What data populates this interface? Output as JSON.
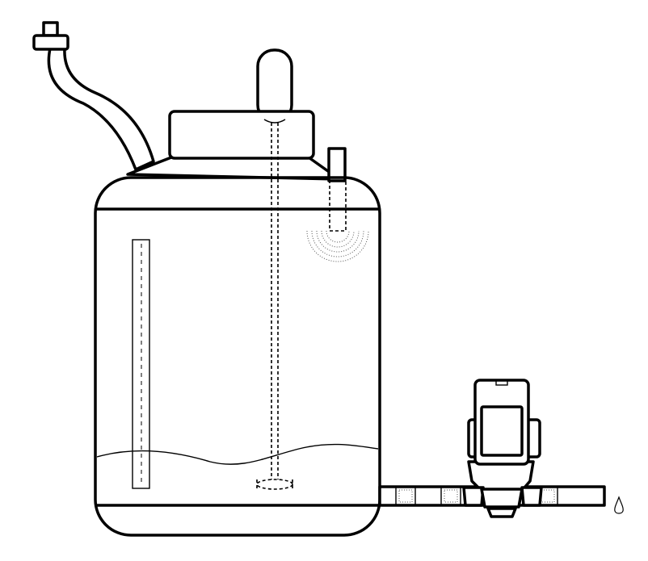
{
  "diagram": {
    "components": [
      "inlet-hose",
      "jug-lid",
      "jug-handle",
      "dip-tube",
      "strainer",
      "ultrasonic-sensor",
      "vent-tube",
      "water-jug",
      "level-window",
      "liquid-surface",
      "outlet-pipe",
      "inline-couplers",
      "pump-valve",
      "water-drop"
    ],
    "colors": {
      "line": "#000000",
      "background": "#ffffff",
      "dotted": "#555555"
    }
  }
}
